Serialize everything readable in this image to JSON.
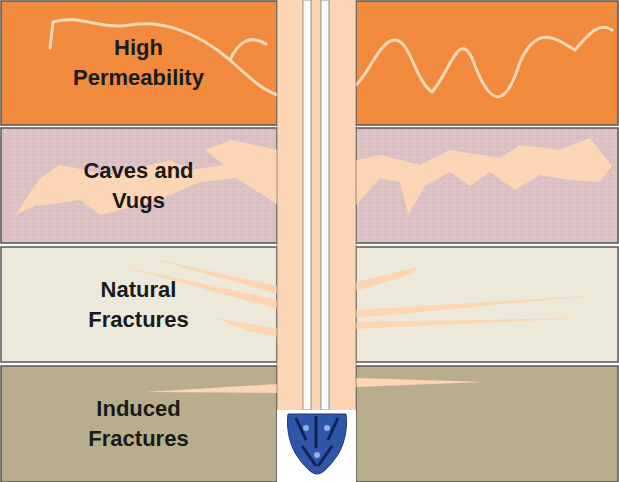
{
  "diagram": {
    "nodes": [
      {
        "text": [
          "High Permeability"
        ]
      },
      {
        "text": [
          "Caves and Vugs"
        ]
      },
      {
        "text": [
          "Natural Fractures"
        ]
      },
      {
        "text": [
          "Induced Fractures"
        ]
      }
    ]
  }
}
